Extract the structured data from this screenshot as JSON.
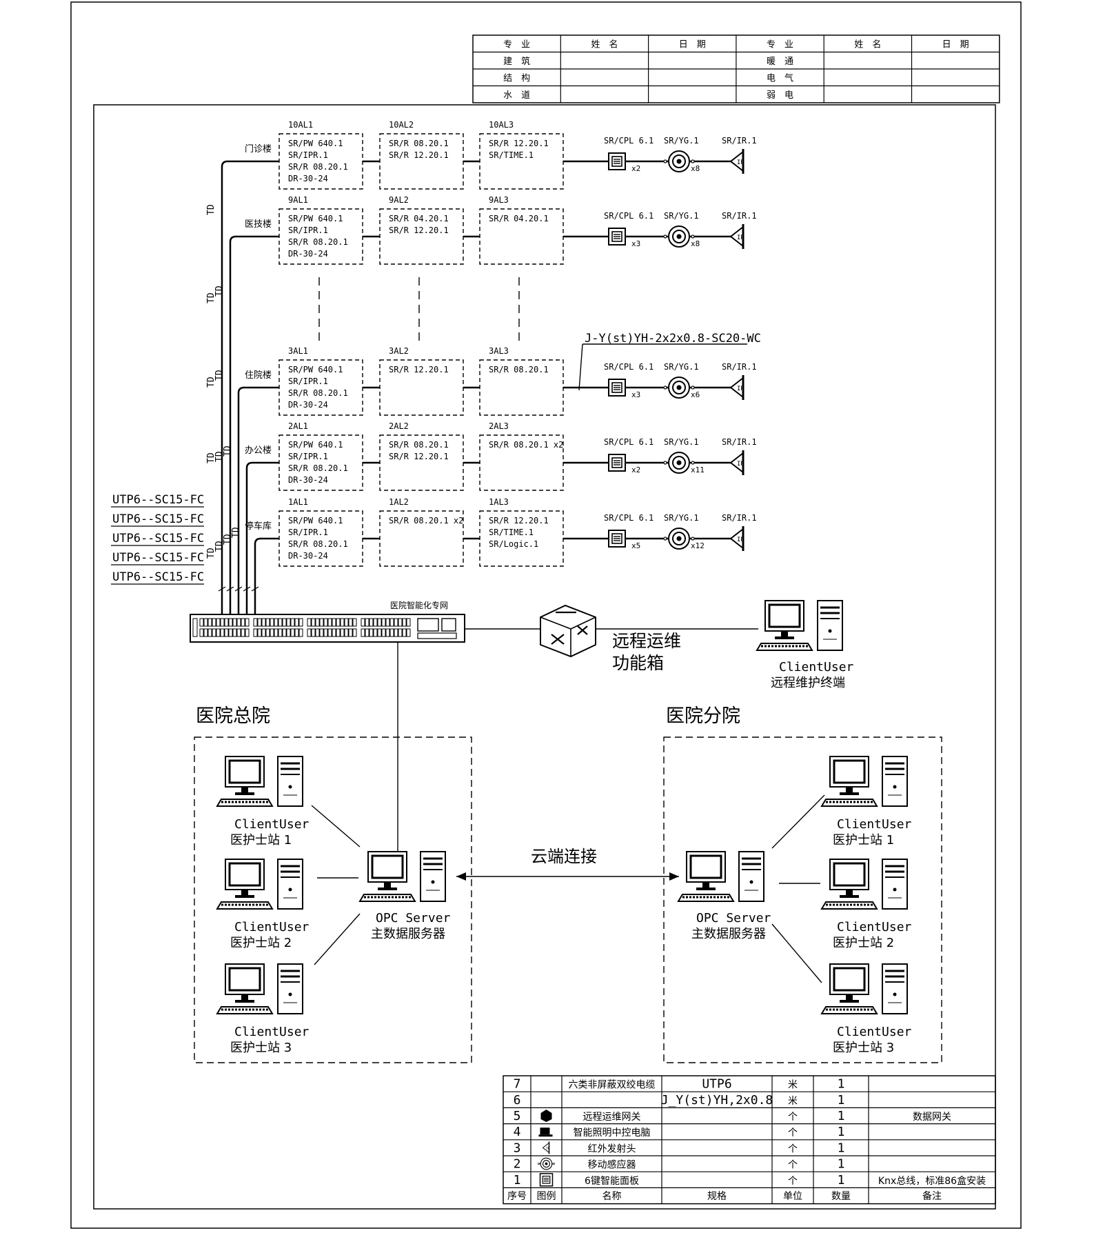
{
  "title_block": {
    "headers": [
      "专　业",
      "姓　名",
      "日　期",
      "专　业",
      "姓　名",
      "日　期"
    ],
    "rows": [
      [
        "建　筑",
        "",
        "",
        "暖　通",
        "",
        ""
      ],
      [
        "结　构",
        "",
        "",
        "电　气",
        "",
        ""
      ],
      [
        "水　道",
        "",
        "",
        "弱　电",
        "",
        ""
      ]
    ]
  },
  "buildings": [
    {
      "name": "门诊楼",
      "boxes": [
        {
          "label": "10AL1",
          "lines": [
            "SR/PW 640.1",
            "SR/IPR.1",
            "SR/R 08.20.1",
            "DR-30-24"
          ]
        },
        {
          "label": "10AL2",
          "lines": [
            "SR/R 08.20.1",
            "SR/R 12.20.1"
          ]
        },
        {
          "label": "10AL3",
          "lines": [
            "SR/R 12.20.1",
            "SR/TIME.1"
          ]
        }
      ],
      "panel_label": "SR/CPL 6.1",
      "panel_qty": "x2",
      "sensor_label": "SR/YG.1",
      "sensor_qty": "x8",
      "ir_label": "SR/IR.1"
    },
    {
      "name": "医技楼",
      "boxes": [
        {
          "label": "9AL1",
          "lines": [
            "SR/PW 640.1",
            "SR/IPR.1",
            "SR/R 08.20.1",
            "DR-30-24"
          ]
        },
        {
          "label": "9AL2",
          "lines": [
            "SR/R 04.20.1",
            "SR/R 12.20.1"
          ]
        },
        {
          "label": "9AL3",
          "lines": [
            "SR/R 04.20.1"
          ]
        }
      ],
      "panel_label": "SR/CPL 6.1",
      "panel_qty": "x3",
      "sensor_label": "SR/YG.1",
      "sensor_qty": "x8",
      "ir_label": "SR/IR.1"
    },
    {
      "name": "住院楼",
      "boxes": [
        {
          "label": "3AL1",
          "lines": [
            "SR/PW 640.1",
            "SR/IPR.1",
            "SR/R 08.20.1",
            "DR-30-24"
          ]
        },
        {
          "label": "3AL2",
          "lines": [
            "SR/R 12.20.1"
          ]
        },
        {
          "label": "3AL3",
          "lines": [
            "SR/R 08.20.1"
          ]
        }
      ],
      "panel_label": "SR/CPL 6.1",
      "panel_qty": "x3",
      "sensor_label": "SR/YG.1",
      "sensor_qty": "x6",
      "ir_label": "SR/IR.1"
    },
    {
      "name": "办公楼",
      "boxes": [
        {
          "label": "2AL1",
          "lines": [
            "SR/PW 640.1",
            "SR/IPR.1",
            "SR/R 08.20.1",
            "DR-30-24"
          ]
        },
        {
          "label": "2AL2",
          "lines": [
            "SR/R 08.20.1",
            "SR/R 12.20.1"
          ]
        },
        {
          "label": "2AL3",
          "lines": [
            "SR/R 08.20.1 x2"
          ]
        }
      ],
      "panel_label": "SR/CPL 6.1",
      "panel_qty": "x2",
      "sensor_label": "SR/YG.1",
      "sensor_qty": "x11",
      "ir_label": "SR/IR.1"
    },
    {
      "name": "停车库",
      "boxes": [
        {
          "label": "1AL1",
          "lines": [
            "SR/PW 640.1",
            "SR/IPR.1",
            "SR/R 08.20.1",
            "DR-30-24"
          ]
        },
        {
          "label": "1AL2",
          "lines": [
            "SR/R 08.20.1 x2"
          ]
        },
        {
          "label": "1AL3",
          "lines": [
            "SR/R 12.20.1",
            "SR/TIME.1",
            "SR/Logic.1"
          ]
        }
      ],
      "panel_label": "SR/CPL 6.1",
      "panel_qty": "x5",
      "sensor_label": "SR/YG.1",
      "sensor_qty": "x12",
      "ir_label": "SR/IR.1"
    }
  ],
  "td_label": "TD",
  "cable_note": "J-Y(st)YH-2x2x0.8-SC20-WC",
  "utp_labels": [
    "UTP6--SC15-FC",
    "UTP6--SC15-FC",
    "UTP6--SC15-FC",
    "UTP6--SC15-FC",
    "UTP6--SC15-FC"
  ],
  "switch_label": "医院智能化专网",
  "remote_box": {
    "line1": "远程运维",
    "line2": "功能箱"
  },
  "remote_client": {
    "line1": "ClientUser",
    "line2": "远程维护终端"
  },
  "main_hospital": {
    "title": "医院总院"
  },
  "branch_hospital": {
    "title": "医院分院"
  },
  "clients": [
    {
      "line1": "ClientUser",
      "line2": "医护士站 1"
    },
    {
      "line1": "ClientUser",
      "line2": "医护士站 2"
    },
    {
      "line1": "ClientUser",
      "line2": "医护士站 3"
    }
  ],
  "server": {
    "line1": "OPC Server",
    "line2": "主数据服务器"
  },
  "cloud_label": "云端连接",
  "legend": {
    "headers": [
      "序号",
      "图例",
      "名称",
      "规格",
      "单位",
      "数量",
      "备注"
    ],
    "rows": [
      {
        "no": "7",
        "icon": "",
        "name": "六类非屏蔽双绞电缆",
        "spec": "UTP6",
        "unit": "米",
        "qty": "1",
        "note": ""
      },
      {
        "no": "6",
        "icon": "",
        "name": "",
        "spec": "J_Y(st)YH,2x0.8",
        "unit": "米",
        "qty": "1",
        "note": ""
      },
      {
        "no": "5",
        "icon": "gateway-icon",
        "name": "远程运维网关",
        "spec": "",
        "unit": "个",
        "qty": "1",
        "note": "数据网关"
      },
      {
        "no": "4",
        "icon": "computer-icon",
        "name": "智能照明中控电脑",
        "spec": "",
        "unit": "个",
        "qty": "1",
        "note": ""
      },
      {
        "no": "3",
        "icon": "ir-emitter-icon",
        "name": "红外发射头",
        "spec": "",
        "unit": "个",
        "qty": "1",
        "note": ""
      },
      {
        "no": "2",
        "icon": "motion-sensor-icon",
        "name": "移动感应器",
        "spec": "",
        "unit": "个",
        "qty": "1",
        "note": ""
      },
      {
        "no": "1",
        "icon": "smart-panel-icon",
        "name": "6键智能面板",
        "spec": "",
        "unit": "个",
        "qty": "1",
        "note": "Knx总线，标准86盒安装"
      }
    ]
  }
}
